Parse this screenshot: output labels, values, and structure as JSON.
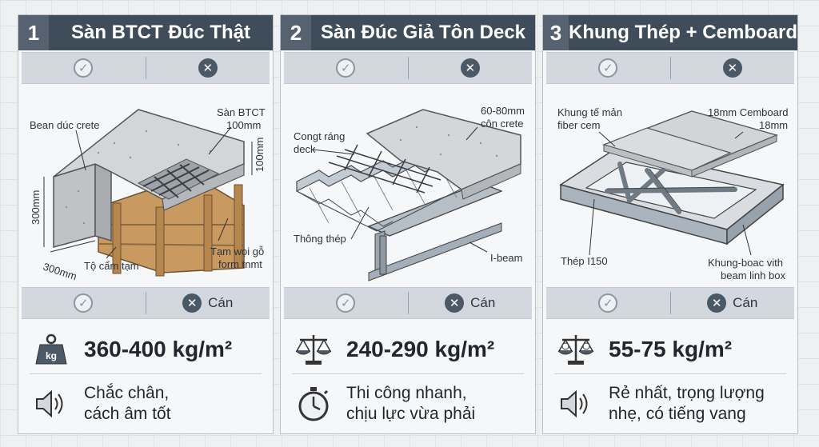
{
  "panels": [
    {
      "number": "1",
      "title": "Sàn BTCT Đúc Thật",
      "mid_label": "Cán",
      "labels": {
        "a": "Bean dúc crete",
        "b1": "Sàn BTCT",
        "b2": "100mm",
        "c": "100mm",
        "d": "300mm",
        "e": "300mm",
        "f": "Tộ cẩm tạm",
        "g1": "Tạm wọi gỗ",
        "g2": "form tnmt"
      },
      "weight_icon_text": "kg",
      "weight": "360-400 kg/m²",
      "description": [
        "Chắc chân,",
        "cách âm tốt"
      ]
    },
    {
      "number": "2",
      "title": "Sàn Đúc Giả Tôn Deck",
      "mid_label": "Cán",
      "labels": {
        "a1": "60-80mm",
        "a2": "côn crete",
        "b1": "Congt ráng",
        "b2": "deck",
        "c": "Thông thép",
        "d": "I-beam"
      },
      "weight": "240-290 kg/m²",
      "description": [
        "Thi công nhanh,",
        "chịu lực vừa phải"
      ]
    },
    {
      "number": "3",
      "title": "Khung Thép + Cemboard",
      "mid_label": "Cán",
      "labels": {
        "a1": "Khung tế mản",
        "a2": "fiber cem",
        "b1": "18mm Cemboard",
        "b2": "18mm",
        "c": "Thép I150",
        "d1": "Khung-boac vith",
        "d2": "beam linh box"
      },
      "weight": "55-75 kg/m²",
      "description": [
        "Rẻ nhất, trọng lượng",
        "nhẹ, có tiếng vang"
      ]
    }
  ],
  "colors": {
    "header": "#3f4c5a",
    "bar": "#d3d8de",
    "concrete": "#c9ccce",
    "wood": "#c89a62",
    "steel": "#aab4be"
  }
}
